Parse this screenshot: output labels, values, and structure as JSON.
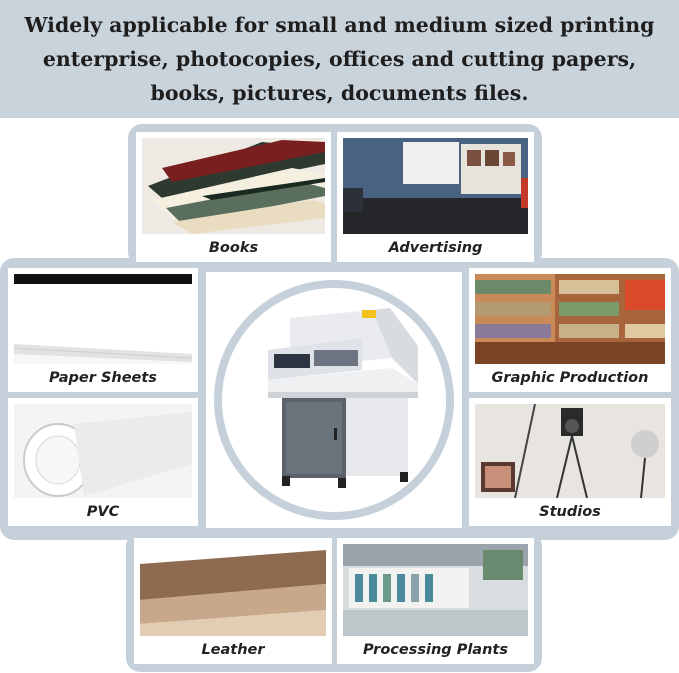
{
  "header": {
    "text": "Widely applicable for small and medium sized printing enterprise, photocopies, offices and cutting papers, books, pictures, documents files."
  },
  "cards": {
    "books": "Books",
    "advertising": "Advertising",
    "paper_sheets": "Paper Sheets",
    "graphic_production": "Graphic Production",
    "pvc": "PVC",
    "studios": "Studios",
    "leather": "Leather",
    "processing_plants": "Processing Plants"
  },
  "colors": {
    "header_bg": "#c9d3dc",
    "frame": "#c5d0db",
    "text": "#222222"
  }
}
